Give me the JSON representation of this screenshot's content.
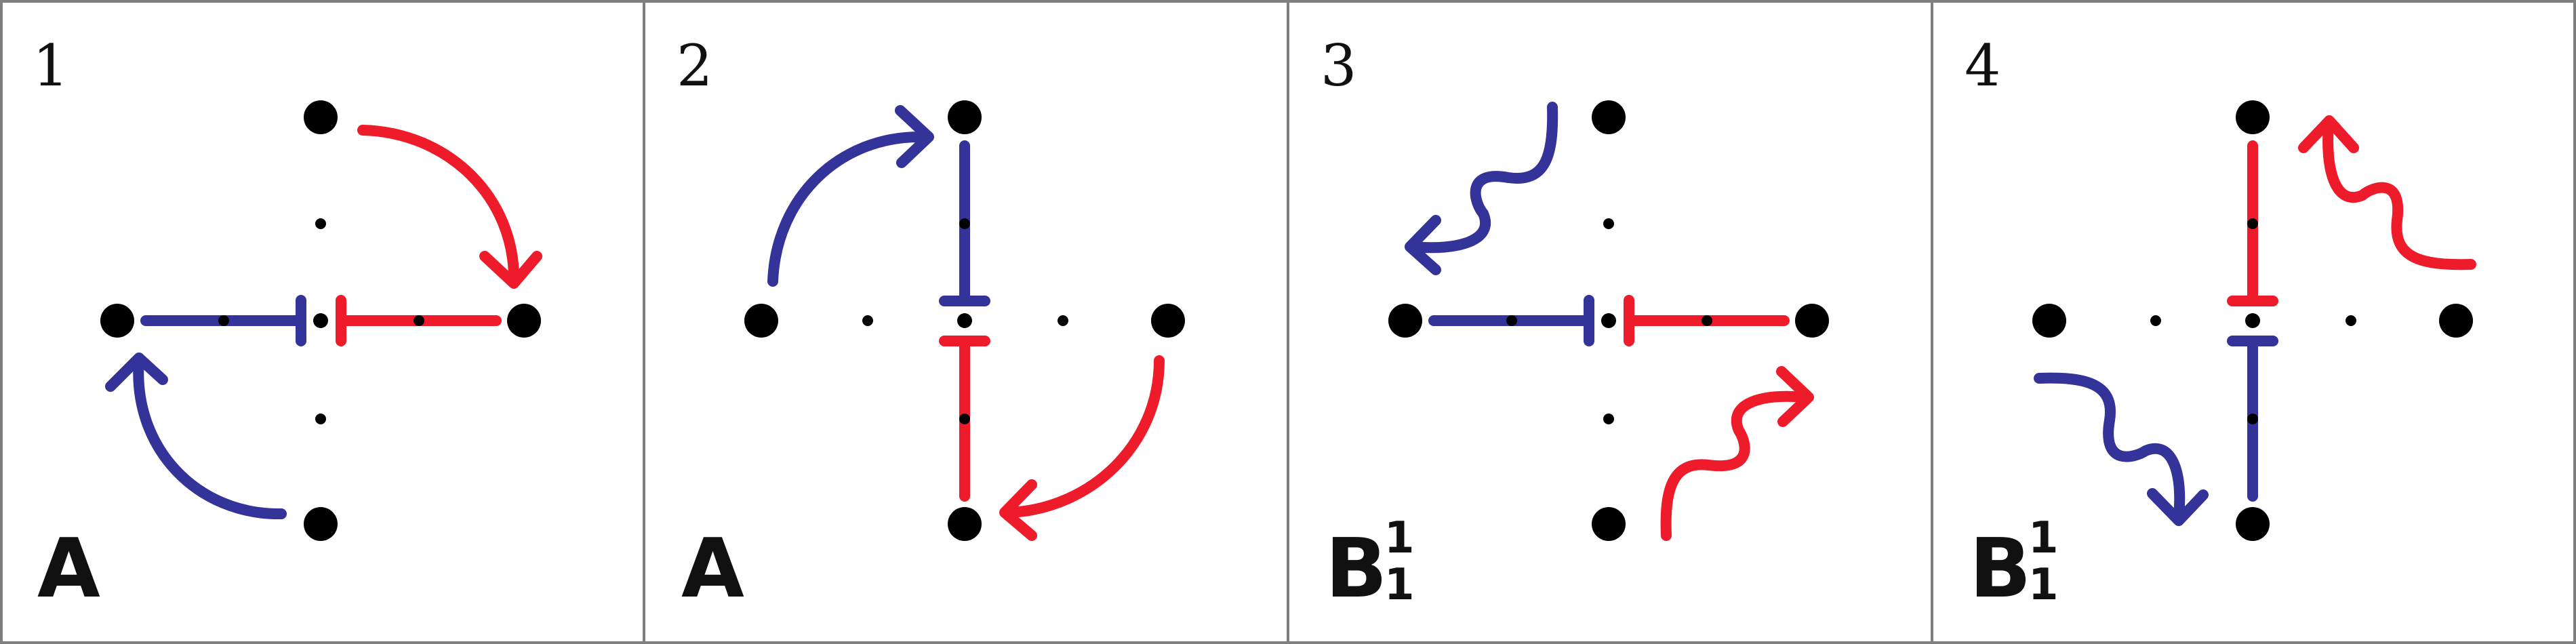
{
  "colors": {
    "blue": "#33339a",
    "red": "#ee1c2a",
    "dot": "#000000",
    "border": "#7f7f7f"
  },
  "panels": [
    {
      "number": "1",
      "label": "A",
      "sub_top": "",
      "sub_bottom": ""
    },
    {
      "number": "2",
      "label": "A",
      "sub_top": "",
      "sub_bottom": ""
    },
    {
      "number": "3",
      "label": "B",
      "sub_top": "1",
      "sub_bottom": "1"
    },
    {
      "number": "4",
      "label": "B",
      "sub_top": "1",
      "sub_bottom": "1"
    }
  ]
}
